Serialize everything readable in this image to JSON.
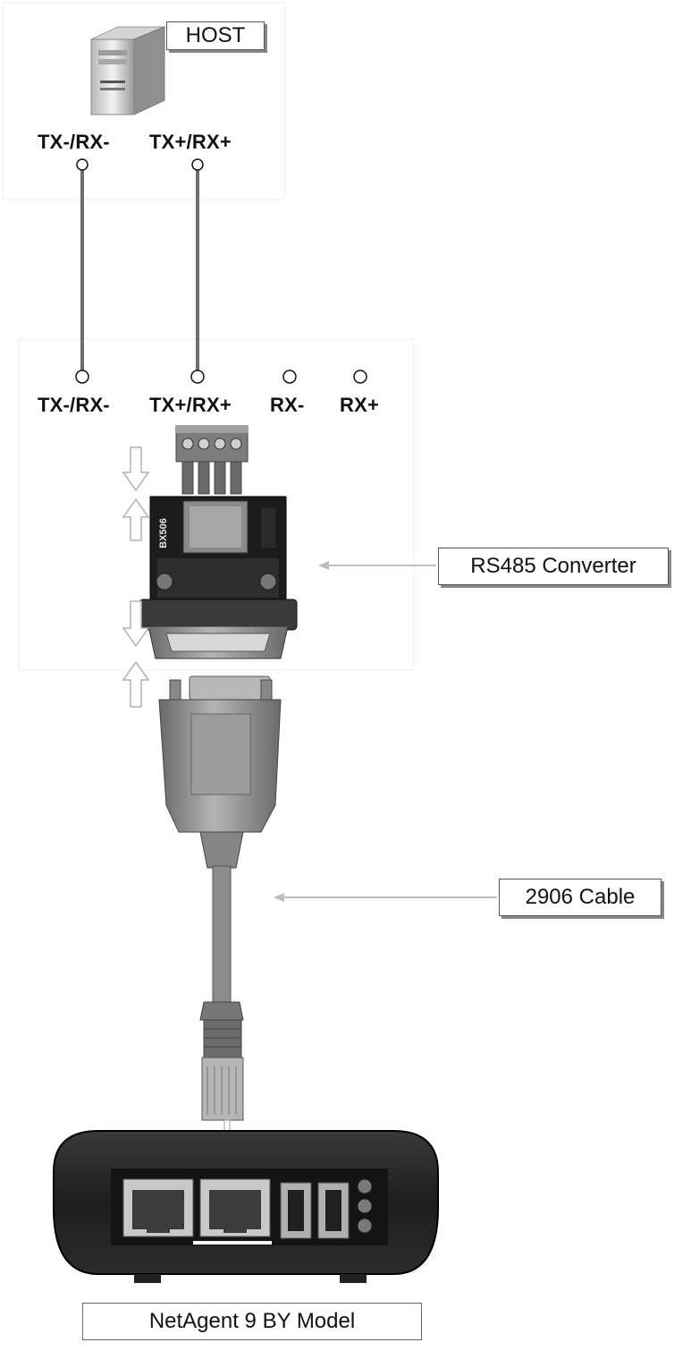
{
  "host": {
    "label": "HOST",
    "terminals": [
      "TX-/RX-",
      "TX+/RX+"
    ]
  },
  "converter": {
    "terminals": [
      "TX-/RX-",
      "TX+/RX+",
      "RX-",
      "RX+"
    ],
    "model_marking": "BX506",
    "callout": "RS485 Converter"
  },
  "cable": {
    "callout": "2906 Cable"
  },
  "device": {
    "label": "NetAgent 9 BY Model"
  },
  "colors": {
    "wire": "#6e6e6e",
    "device_body": "#2a2a2a",
    "cable": "#8c8c8c"
  }
}
